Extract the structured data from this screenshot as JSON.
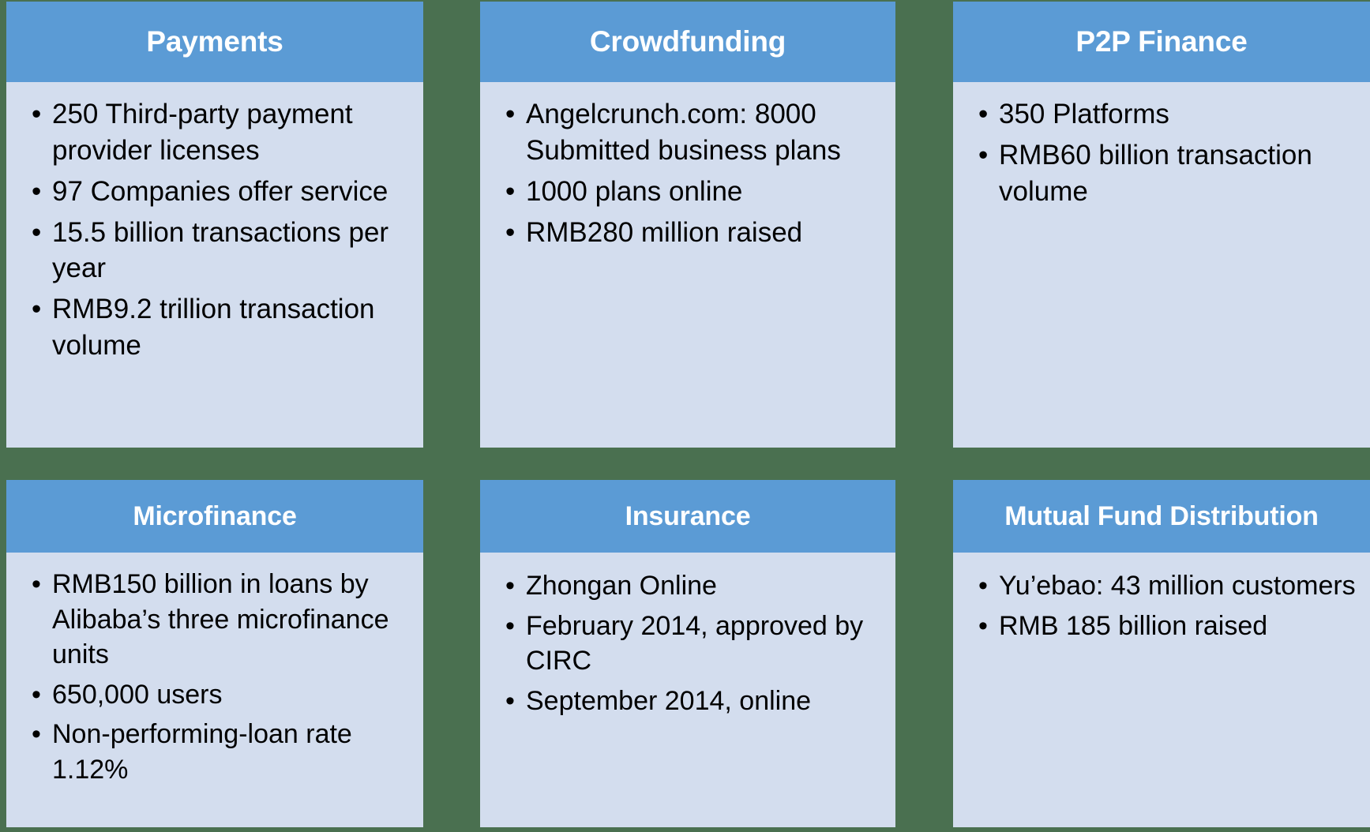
{
  "background_color": "#4a7050",
  "header_color": "#5b9bd5",
  "body_color": "#d3ddee",
  "header_text_color": "#ffffff",
  "bullet_glyph": "•",
  "panels": [
    {
      "title": "Payments",
      "bullets": [
        "250 Third-party payment provider licenses",
        "97 Companies offer service",
        "15.5 billion transactions per year",
        "RMB9.2 trillion transaction volume"
      ]
    },
    {
      "title": "Crowdfunding",
      "bullets": [
        "Angelcrunch.com: 8000 Submitted business plans",
        "1000 plans online",
        "RMB280 million raised"
      ]
    },
    {
      "title": "P2P Finance",
      "bullets": [
        "350 Platforms",
        "RMB60 billion transaction volume"
      ]
    },
    {
      "title": "Microfinance",
      "bullets": [
        "RMB150 billion in loans by Alibaba’s three microfinance units",
        "650,000 users",
        "Non-performing-loan rate 1.12%"
      ]
    },
    {
      "title": "Insurance",
      "bullets": [
        "Zhongan Online",
        "February 2014, approved by CIRC",
        "September 2014, online"
      ]
    },
    {
      "title": "Mutual Fund Distribution",
      "bullets": [
        "Yu’ebao: 43 million customers",
        "RMB 185 billion raised"
      ]
    }
  ]
}
